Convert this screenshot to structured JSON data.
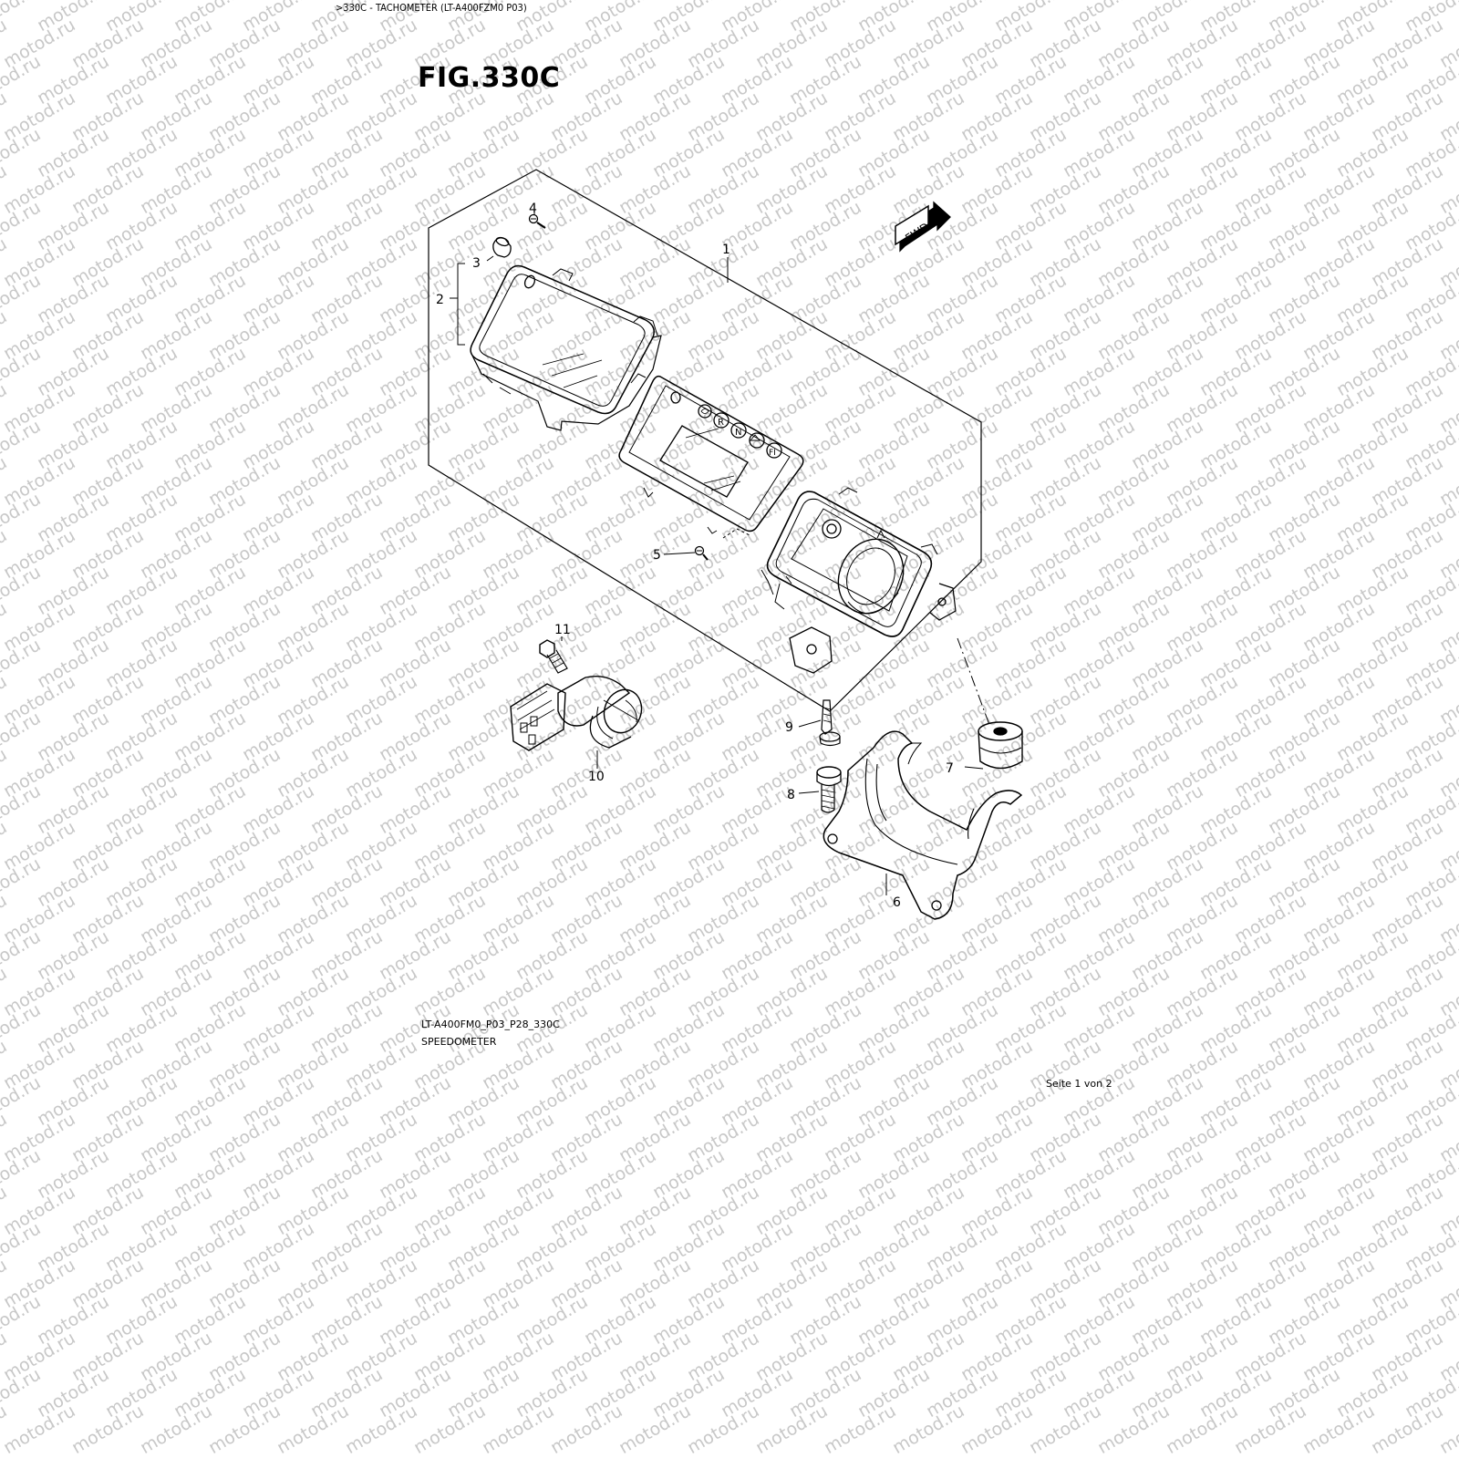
{
  "header": {
    "title": ">330C - TACHOMETER (LT-A400FZM0 P03)"
  },
  "figure": {
    "title": "FIG.330C"
  },
  "footer": {
    "code": "LT-A400FM0_P03_P28_330C",
    "section": "SPEEDOMETER",
    "page": "Seite 1 von 2"
  },
  "watermark": {
    "text": "motod.ru"
  },
  "fwd_label": "FWD",
  "indicator_letters": [
    "R",
    "N",
    "FI"
  ],
  "callouts": [
    "1",
    "2",
    "3",
    "4",
    "5",
    "6",
    "7",
    "8",
    "9",
    "10",
    "11"
  ]
}
